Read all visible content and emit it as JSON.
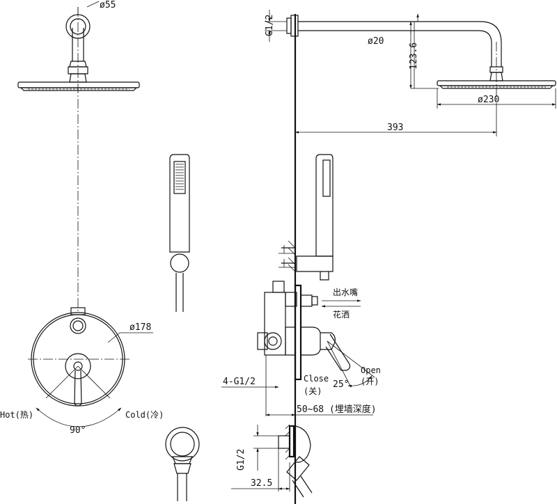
{
  "dimensions": {
    "flange_diameter": "ø55",
    "pipe_thread_top": "G1/2",
    "arm_diameter": "ø20",
    "drop_height": "123.6",
    "head_diameter": "ø230",
    "arm_length": "393",
    "plate_diameter": "ø178",
    "inlets": "4-G1/2",
    "wall_depth": "50~68 (埋墙深度)",
    "outlet_thread": "G1/2",
    "outlet_depth": "32.5",
    "handle_angle": "90°",
    "lever_angle": "25°"
  },
  "labels": {
    "spout": "出水嘴",
    "shower": "花洒",
    "hot": "Hot(热)",
    "cold": "Cold(冷)",
    "close": "Close",
    "close_cn": "(关)",
    "open": "Open",
    "open_cn": "(开)"
  }
}
